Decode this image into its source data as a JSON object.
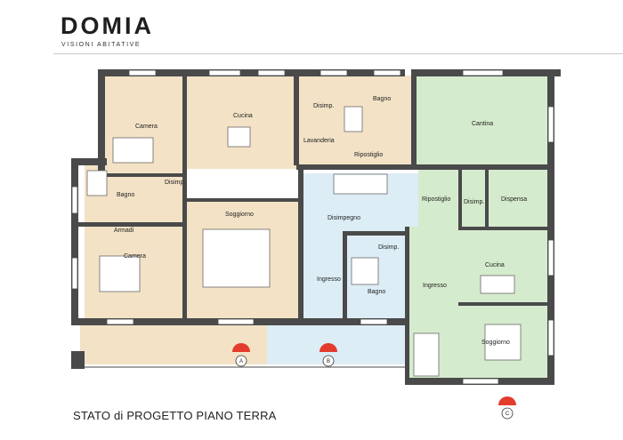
{
  "brand": {
    "logo": "DOMIA",
    "tagline": "VISIONI ABITATIVE"
  },
  "plan": {
    "caption": "STATO di PROGETTO PIANO TERRA",
    "colors": {
      "warm_room": "#f3e2c6",
      "blue_room": "#dcedf6",
      "green_room": "#d5ebcd",
      "wall": "#4a4a4a",
      "section_marker": "#e33b2c"
    },
    "rooms": [
      "Camera",
      "Cucina",
      "Disimp.",
      "Lavanderia",
      "Bagno",
      "Ripostiglio",
      "Cantina",
      "Bagno",
      "Disimp.",
      "Disimpegno",
      "Ripostiglio",
      "Disimp.",
      "Dispensa",
      "Armadi",
      "Soggiorno",
      "Camera",
      "Ingresso",
      "Disimp.",
      "Bagno",
      "Ingresso",
      "Cucina",
      "Soggiorno"
    ],
    "section_markers": [
      "A",
      "B",
      "C"
    ]
  }
}
